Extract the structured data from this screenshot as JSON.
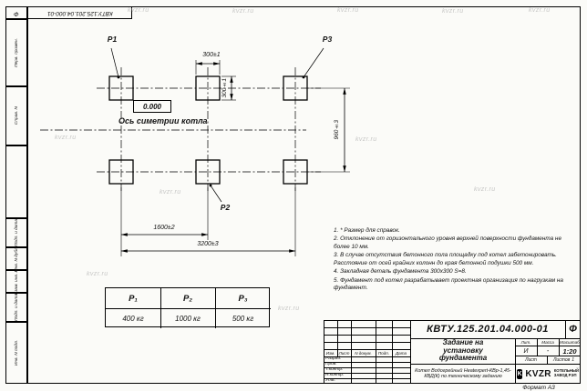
{
  "stamps": {
    "top_designation": "КВТУ.125.201.04.000-01",
    "top_code": "Ф",
    "format_note": "Формат А3"
  },
  "margin_labels": {
    "perv_primen": "Перв. примен.",
    "sprav_n": "Справ. N",
    "podp_data_1": "Подп. и дата",
    "inv_dubl": "Инв. N дубл.",
    "vzam_inv": "Взам. инв. N",
    "podp_data_2": "Подп. и дата",
    "inv_podl": "Инв. N подл."
  },
  "drawing": {
    "pad_labels": {
      "p1": "P1",
      "p2": "P2",
      "p3": "P3"
    },
    "elevation": "0.000",
    "axis_label": "Ось симетрии котла",
    "dimensions": {
      "pad_width": "300±1",
      "pad_height": "300±1",
      "row_spacing": "960±3",
      "column_spacing": "1600±2",
      "overall": "3200±3"
    }
  },
  "notes": [
    "1. * Размер для справок.",
    "2. Отклонение от горизонтального уровня верхней поверхности фундамента не более 10 мм.",
    "3. В случае отсутствия бетонного пола площадку под котел забетонировать. Расстояние от осей крайних колонн до края бетонной подушки 500 мм.",
    "4. Закладная деталь фундамента 300х300 S=8.",
    "5. Фундамент под котел разрабатывает проектная организация по нагрузкам на фундамент."
  ],
  "load_table": {
    "headers": [
      "P₁",
      "P₂",
      "P₃"
    ],
    "values": [
      "400 кг",
      "1000 кг",
      "500 кг"
    ]
  },
  "title_block": {
    "designation": "КВТУ.125.201.04.000-01",
    "code": "Ф",
    "doc_title": "Задание на установку фундамента",
    "product": "Котел Водогрейный Heatexpert-КВр-1,45-КВД(К) по техническому заданию",
    "change_columns": [
      "Изм.",
      "Лист",
      "N докум.",
      "Подп.",
      "Дата"
    ],
    "roles": [
      "Разраб.",
      "Пров.",
      "Т.контр.",
      "Н.контр.",
      "Утв."
    ],
    "lit_label": "Лит.",
    "mass_label": "Масса",
    "scale_label": "Масштаб",
    "lit_value": "И",
    "mass_value": "-",
    "scale_value": "1:20",
    "sheet_label": "Лист",
    "sheets_label": "Листов",
    "sheets_value": "1",
    "logo_text": "KVZR",
    "logo_sub1": "КОТЕЛЬНЫЙ",
    "logo_sub2": "ЗАВОД РЭП"
  },
  "watermark": "kvzr.ru"
}
